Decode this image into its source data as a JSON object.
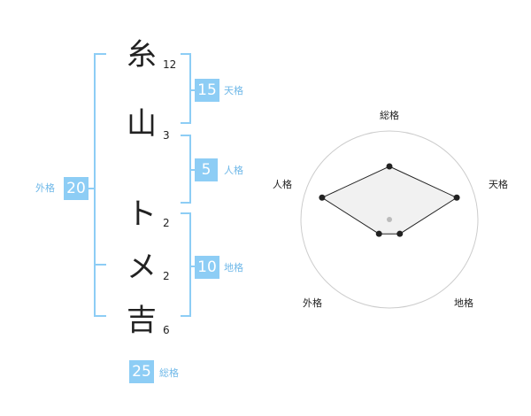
{
  "name_chars": [
    {
      "char": "糸",
      "strokes": "12"
    },
    {
      "char": "山",
      "strokes": "3"
    },
    {
      "char": "ト",
      "strokes": "2"
    },
    {
      "char": "メ",
      "strokes": "2"
    },
    {
      "char": "吉",
      "strokes": "6"
    }
  ],
  "fortunes": {
    "tenkaku": {
      "value": "15",
      "label": "天格"
    },
    "jinkaku": {
      "value": "5",
      "label": "人格"
    },
    "chikaku": {
      "value": "10",
      "label": "地格"
    },
    "gaikaku": {
      "value": "20",
      "label": "外格"
    },
    "soukaku": {
      "value": "25",
      "label": "総格"
    }
  },
  "chart_data": {
    "type": "radar",
    "axes": [
      "総格",
      "天格",
      "地格",
      "外格",
      "人格"
    ],
    "values": [
      3,
      4,
      1,
      1,
      4
    ],
    "rmax": 5,
    "rings": 5,
    "colors": {
      "line": "#222222",
      "fill": "#eeeeee",
      "rings": "#cccccc",
      "center": "#bbbbbb"
    }
  },
  "colors": {
    "accent": "#8dcdf5",
    "accent_text": "#6fb8e8"
  }
}
